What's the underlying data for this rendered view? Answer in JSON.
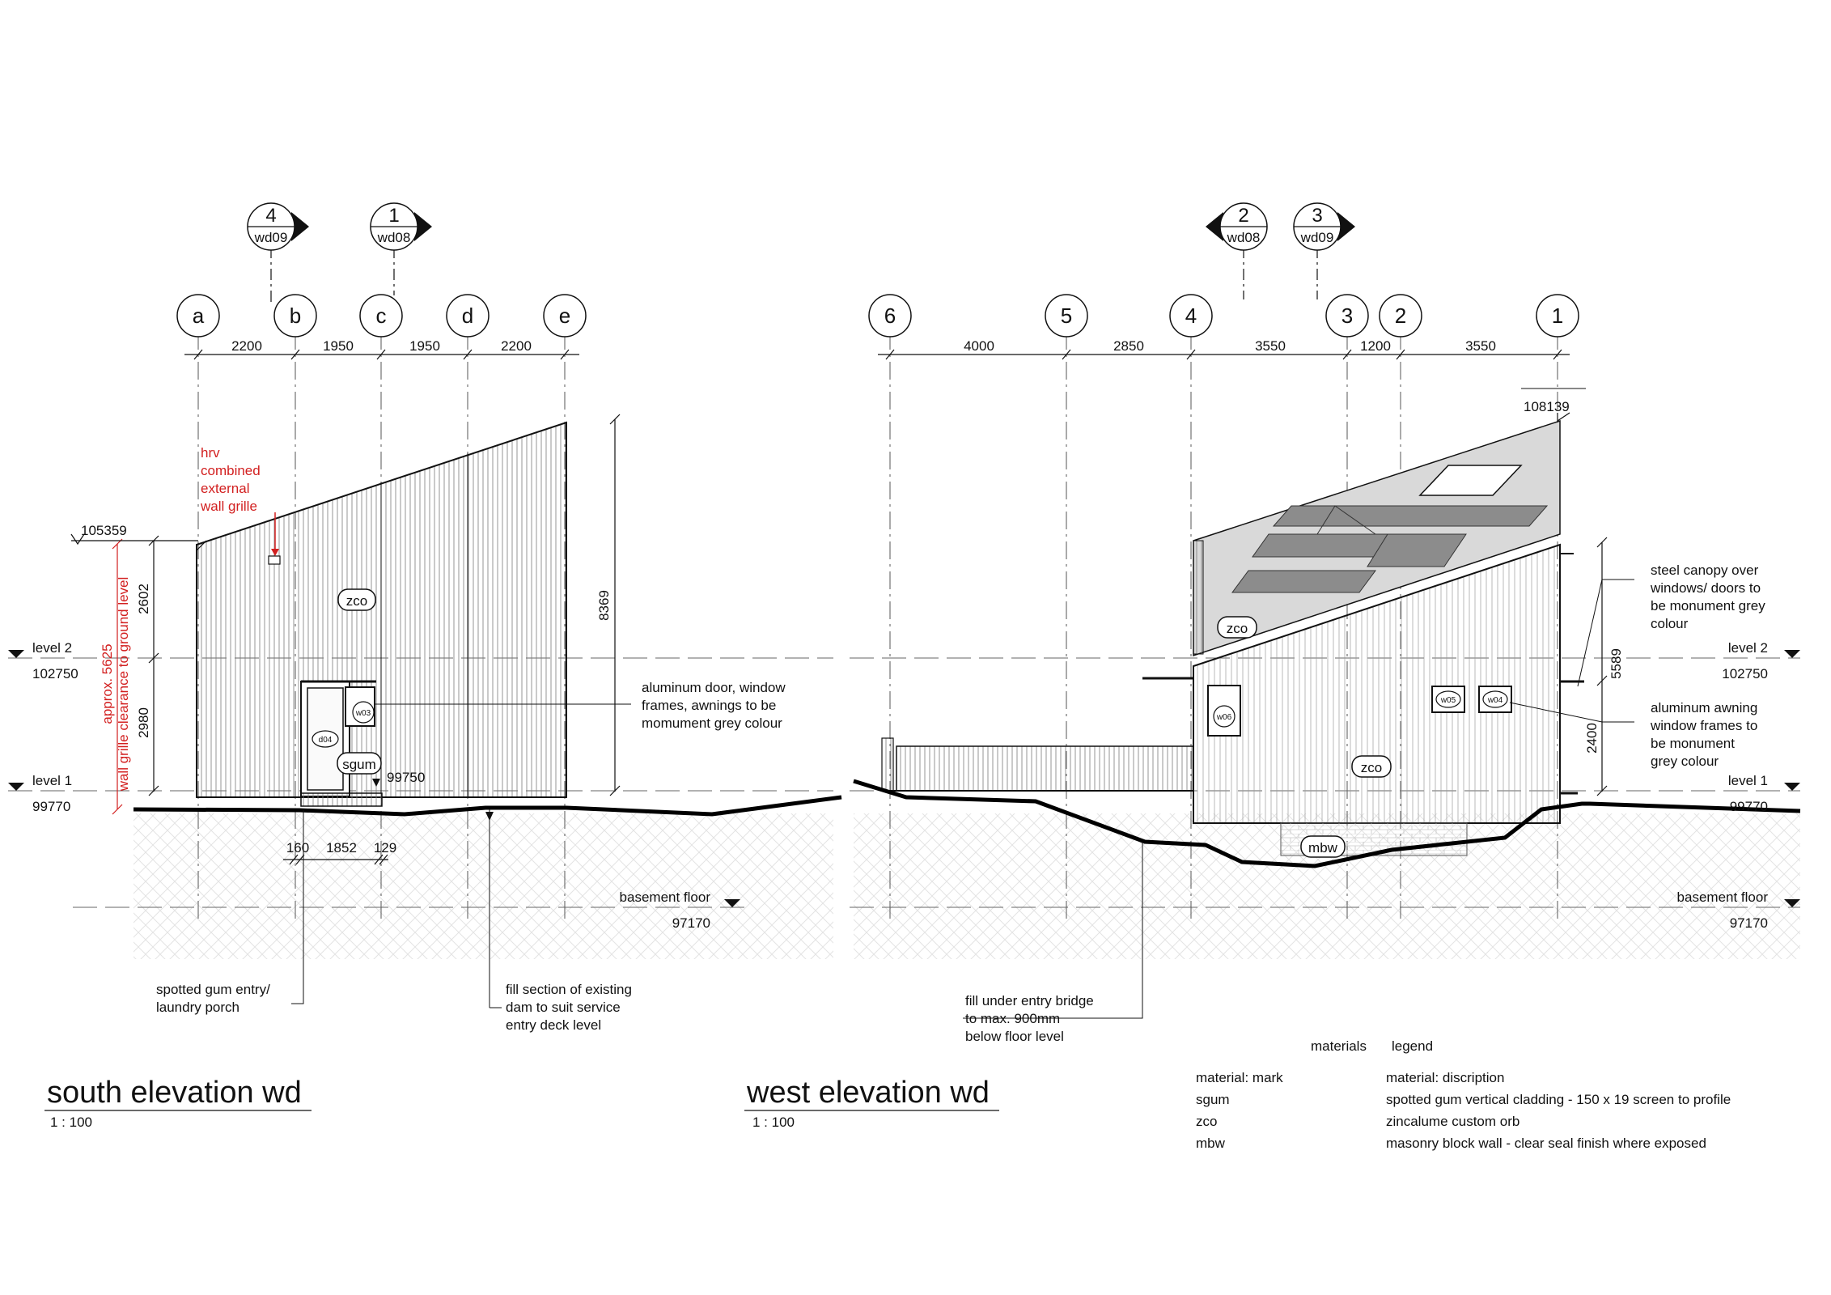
{
  "colors": {
    "ink": "#111111",
    "annotation_red": "#d21f1f",
    "roof_grey": "#d9d9d9",
    "panel_grey": "#8c8c8c",
    "ground_hatch": "#e6e6e6"
  },
  "south": {
    "title": "south elevation wd",
    "scale": "1 : 100",
    "section_markers": [
      {
        "number": "4",
        "ref": "wd09"
      },
      {
        "number": "1",
        "ref": "wd08"
      }
    ],
    "grid_labels": [
      "a",
      "b",
      "c",
      "d",
      "e"
    ],
    "grid_dims": [
      "2200",
      "1950",
      "1950",
      "2200"
    ],
    "rl_top": "105359",
    "level2": {
      "name": "level 2",
      "rl": "102750"
    },
    "level1": {
      "name": "level 1",
      "rl": "99770"
    },
    "basement": {
      "name": "basement floor",
      "rl": "97170"
    },
    "porch_rl": "99750",
    "height_dims": [
      "2602",
      "2980",
      "8369"
    ],
    "bottom_dims": [
      "160",
      "1852",
      "129"
    ],
    "hrv_note": [
      "hrv",
      "combined",
      "external",
      "wall grille"
    ],
    "clearance_note": [
      "approx. 5625",
      "wall grille clearance to ground level"
    ],
    "tags": {
      "cladding": "zco",
      "porch": "sgum",
      "window": "w03",
      "door": "d04"
    },
    "note_aluminum": [
      "aluminum door, window",
      "frames, awnings to be",
      "momument grey colour"
    ],
    "note_porch": [
      "spotted gum entry/",
      "laundry porch"
    ],
    "note_fill": [
      "fill section of existing",
      "dam to suit service",
      "entry deck level"
    ]
  },
  "west": {
    "title": "west elevation wd",
    "scale": "1 : 100",
    "section_markers": [
      {
        "number": "2",
        "ref": "wd08"
      },
      {
        "number": "3",
        "ref": "wd09"
      }
    ],
    "grid_labels": [
      "6",
      "5",
      "4",
      "3",
      "2",
      "1"
    ],
    "grid_dims": [
      "4000",
      "2850",
      "3550",
      "1200",
      "3550"
    ],
    "rl_top": "108139",
    "level2": {
      "name": "level 2",
      "rl": "102750"
    },
    "level1": {
      "name": "level 1",
      "rl": "99770"
    },
    "basement": {
      "name": "basement floor",
      "rl": "97170"
    },
    "height_dims": [
      "5589",
      "2400"
    ],
    "tags": {
      "cladding_upper": "zco",
      "cladding_lower": "zco",
      "masonry": "mbw",
      "window_w06": "w06",
      "window_w05": "w05",
      "window_w04": "w04"
    },
    "note_canopy": [
      "steel canopy over",
      "windows/ doors to",
      "be monument grey",
      "colour"
    ],
    "note_awning": [
      "aluminum awning",
      "window frames to",
      "be monument",
      "grey colour"
    ],
    "note_bridge": [
      "fill under entry bridge",
      "to max. 900mm",
      "below floor level"
    ]
  },
  "legend": {
    "title_left": "materials",
    "title_right": "legend",
    "header": {
      "mark": "material: mark",
      "description": "material: discription"
    },
    "rows": [
      {
        "mark": "sgum",
        "description": "spotted gum vertical cladding - 150 x 19 screen to profile"
      },
      {
        "mark": "zco",
        "description": "zincalume custom orb"
      },
      {
        "mark": "mbw",
        "description": "masonry block wall - clear seal finish where exposed"
      }
    ]
  }
}
